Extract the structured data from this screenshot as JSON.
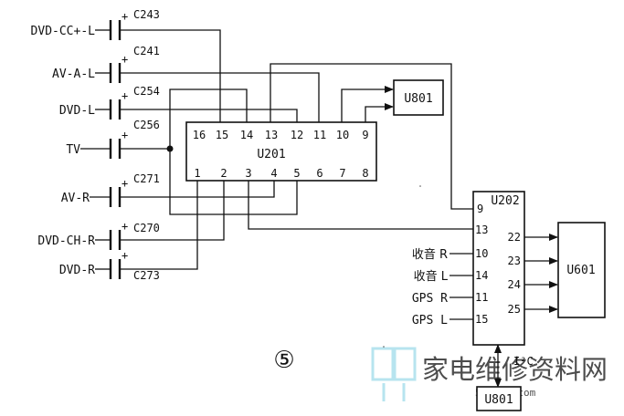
{
  "inputs": {
    "dvd_cc": "DVD-CC+-L",
    "av_a_l": "AV-A-L",
    "dvd_l": "DVD-L",
    "tv": "TV",
    "av_r": "AV-R",
    "dvd_ch_r": "DVD-CH-R",
    "dvd_r": "DVD-R"
  },
  "capacitors": {
    "c243": "C243",
    "c241": "C241",
    "c254": "C254",
    "c256": "C256",
    "c271": "C271",
    "c270": "C270",
    "c273": "C273",
    "plus": "+"
  },
  "u201": {
    "name": "U201",
    "top_pins": [
      "16",
      "15",
      "14",
      "13",
      "12",
      "11",
      "10",
      "9"
    ],
    "bottom_pins": [
      "1",
      "2",
      "3",
      "4",
      "5",
      "6",
      "7",
      "8"
    ]
  },
  "u801_top": "U801",
  "u801_bottom": "U801",
  "u202": {
    "name": "U202",
    "left_pins": [
      "9",
      "13",
      "10",
      "14",
      "11",
      "15"
    ],
    "right_pins": [
      "22",
      "23",
      "24",
      "25"
    ],
    "labels": [
      "收音 R",
      "收音 L",
      "GPS R",
      "GPS L"
    ]
  },
  "u601": "U601",
  "i2c": "I²C",
  "figure_number": "⑤",
  "watermark": {
    "text": "家电维修资料网",
    "url": "5i-101.com"
  },
  "colors": {
    "line": "#111111",
    "watermark": "#9fdcea"
  }
}
